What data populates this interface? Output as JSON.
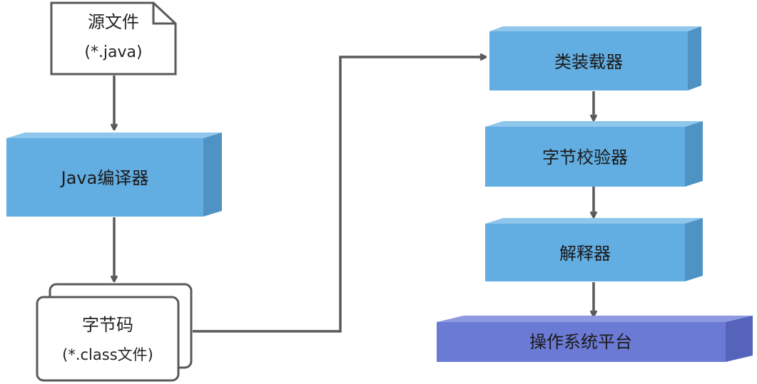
{
  "source_file": {
    "line1": "源文件",
    "line2": "(*.java)"
  },
  "compiler": {
    "label": "Java编译器"
  },
  "bytecode": {
    "line1": "字节码",
    "line2": "(*.class文件)"
  },
  "jvm_stages": [
    {
      "label": "类装载器"
    },
    {
      "label": "字节校验器"
    },
    {
      "label": "解释器"
    }
  ],
  "platform": {
    "label": "操作系统平台"
  },
  "colors": {
    "box_front": "#62ade1",
    "box_top": "#8ec6ec",
    "box_side": "#4f93c4",
    "platform_front": "#6b7ad4",
    "platform_top": "#8e9ae0",
    "platform_side": "#5563bb",
    "connector": "#595959",
    "doc_border": "#595959"
  }
}
